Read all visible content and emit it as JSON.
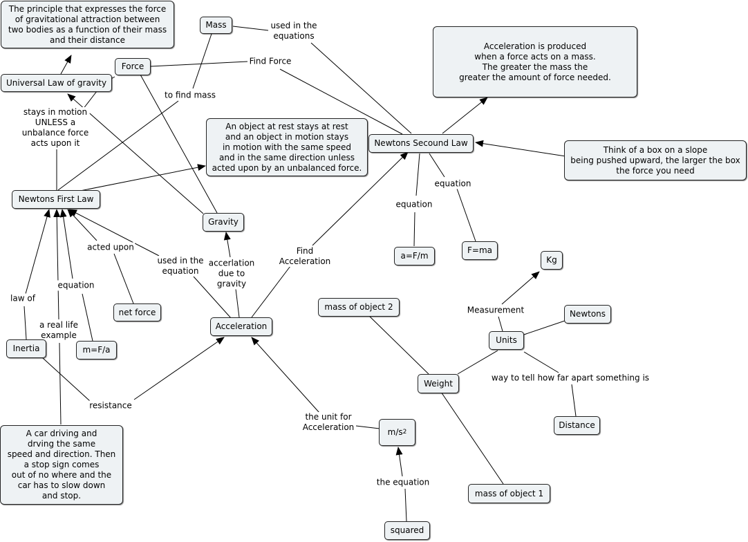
{
  "nodes": {
    "universal_def": "The principle that expresses the force\nof gravitational attraction between\ntwo bodies as a function of their mass\nand their distance",
    "mass": "Mass",
    "force": "Force",
    "universal_law": "Universal Law of gravity",
    "accel_def": "Acceleration is produced\nwhen a force acts on a mass.\nThe greater the mass the\ngreater the amount of force needed.",
    "first_law_def": "An object at rest stays at rest\nand an object in motion stays\nin motion with the same speed\nand in the same direction unless\nacted upon by an unbalanced force.",
    "second_law": "Newtons Secound Law",
    "box_example": "Think of a box on a slope\nbeing pushed upward, the larger the box\nthe force you need",
    "first_law": "Newtons First Law",
    "gravity": "Gravity",
    "a_eq": "a=F/m",
    "f_eq": "F=ma",
    "kg": "Kg",
    "net_force": "net force",
    "acceleration": "Acceleration",
    "mass_obj2": "mass of object 2",
    "newtons": "Newtons",
    "units": "Units",
    "inertia": "Inertia",
    "m_eq": "m=F/a",
    "weight": "Weight",
    "distance": "Distance",
    "car_example": "A car driving and\ndrving the same\nspeed and direction. Then\na stop sign comes\nout of no where and the\ncar has to slow down\nand stop.",
    "ms2_base": "m/s",
    "ms2_exp": "2",
    "mass_obj1": "mass of object 1",
    "squared": "squared"
  },
  "links": {
    "used_in_eq_top": "used in the\nequations",
    "find_force": "Find Force",
    "to_find_mass": "to find mass",
    "stays_in_motion": "stays in motion\nUNLESS a\nunbalance force\nacts upon it",
    "equation_a": "equation",
    "equation_f": "equation",
    "acted_upon": "acted upon",
    "used_in_eq": "used in the\nequation",
    "accel_gravity": "accerlation\ndue to\ngravity",
    "find_accel": "Find\nAcceleration",
    "measurement": "Measurement",
    "equation_m": "equation",
    "law_of": "law of",
    "real_life": "a real life\nexample",
    "tell_far": "way to tell how far apart something is",
    "resistance": "resistance",
    "unit_for_accel": "the unit for\nAcceleration",
    "the_equation": "the equation"
  },
  "colors": {
    "node_fill": "#eef2f4",
    "border": "#222222",
    "line": "#000000"
  }
}
